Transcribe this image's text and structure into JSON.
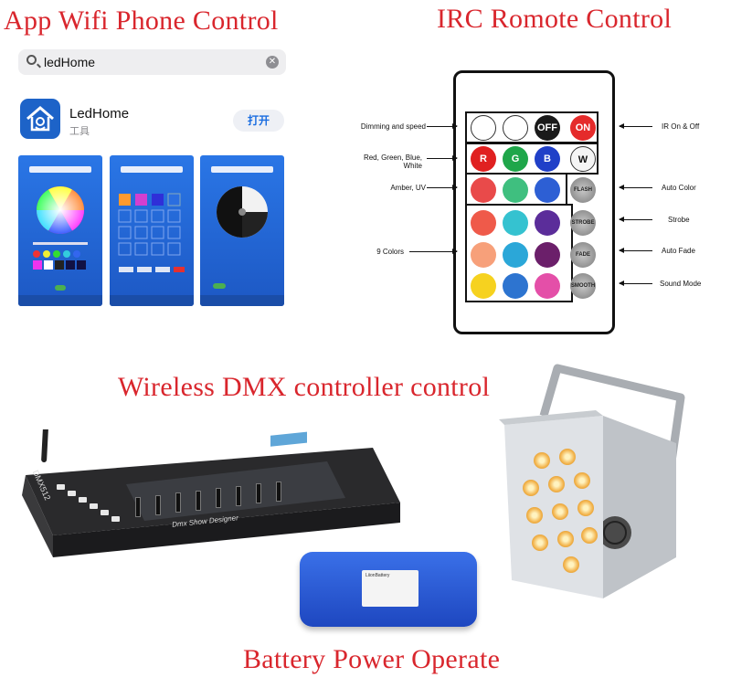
{
  "headings": {
    "app": "App Wifi Phone Control",
    "remote": "IRC Romote Control",
    "dmx": "Wireless DMX controller control",
    "battery": "Battery Power Operate"
  },
  "app_store": {
    "search_query": "ledHome",
    "app_name": "LedHome",
    "app_category": "工具",
    "open_button": "打开",
    "clear_glyph": "✕"
  },
  "remote": {
    "buttons": [
      {
        "label": "",
        "color": "#ffffff"
      },
      {
        "label": "",
        "color": "#ffffff"
      },
      {
        "label": "OFF",
        "color": "#1a1a1a"
      },
      {
        "label": "ON",
        "color": "#e52b2b"
      },
      {
        "label": "R",
        "color": "#e02020"
      },
      {
        "label": "G",
        "color": "#1fa64a"
      },
      {
        "label": "B",
        "color": "#2040c8"
      },
      {
        "label": "W",
        "color": "#f4f4f4"
      },
      {
        "label": "",
        "color": "#e94a4a"
      },
      {
        "label": "",
        "color": "#3fbf7f"
      },
      {
        "label": "",
        "color": "#2d5fd4"
      },
      {
        "label": "FLASH",
        "color": "#8c8c8c"
      },
      {
        "label": "",
        "color": "#ef5a4a"
      },
      {
        "label": "",
        "color": "#35c2d0"
      },
      {
        "label": "",
        "color": "#5b2d9a"
      },
      {
        "label": "STROBE",
        "color": "#8c8c8c"
      },
      {
        "label": "",
        "color": "#f7a07a"
      },
      {
        "label": "",
        "color": "#2ba7d8"
      },
      {
        "label": "",
        "color": "#6b1f6a"
      },
      {
        "label": "FADE",
        "color": "#8c8c8c"
      },
      {
        "label": "",
        "color": "#f6d21f"
      },
      {
        "label": "",
        "color": "#2d74d0"
      },
      {
        "label": "",
        "color": "#e44fa8"
      },
      {
        "label": "SMOOTH",
        "color": "#8c8c8c"
      }
    ],
    "left_labels": [
      "Dimming and speed",
      "Red, Green, Blue, White",
      "Amber, UV",
      "9 Colors"
    ],
    "right_labels": [
      "IR On & Off",
      "Auto Color",
      "Strobe",
      "Auto Fade",
      "Sound Mode"
    ]
  },
  "console": {
    "brand_text": "DMX512",
    "faceplate_text": "Dmx Show Designer"
  },
  "battery": {
    "label_brand": "LiionBattery",
    "label_lines": [
      "",
      "",
      "",
      ""
    ]
  },
  "colors": {
    "heading_red": "#d9262d",
    "ios_blue": "#1a6de0"
  }
}
